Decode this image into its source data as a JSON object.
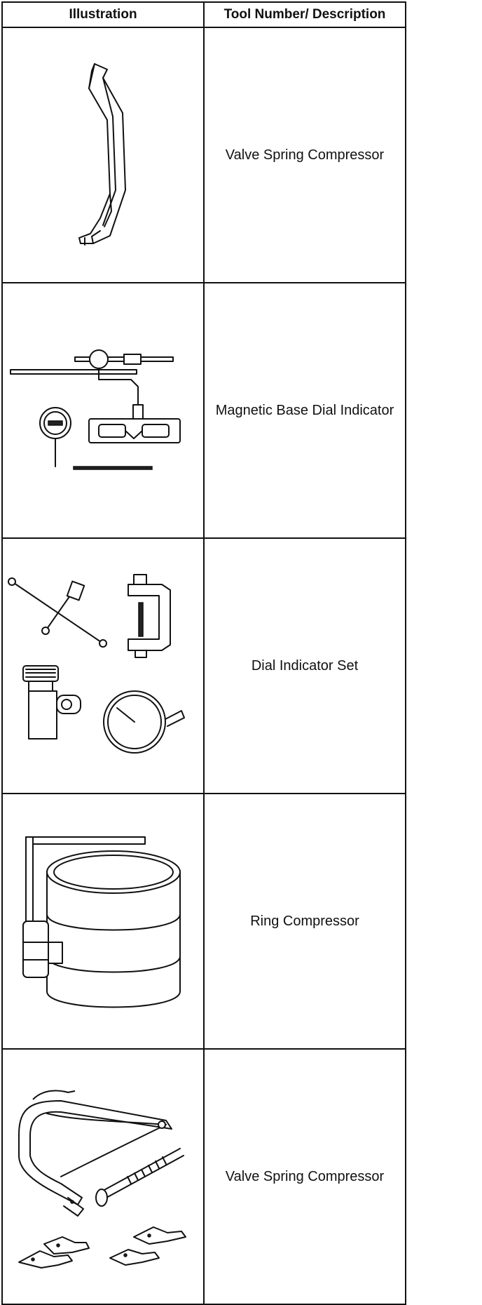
{
  "table": {
    "headers": {
      "illustration": "Illustration",
      "description": "Tool Number/ Description"
    },
    "rows": [
      {
        "description": "Valve Spring Compressor",
        "icon": "valve-spring-compressor-lever-icon"
      },
      {
        "description": "Magnetic Base Dial Indicator",
        "icon": "magnetic-base-dial-indicator-icon"
      },
      {
        "description": "Dial Indicator Set",
        "icon": "dial-indicator-set-icon"
      },
      {
        "description": "Ring Compressor",
        "icon": "ring-compressor-icon"
      },
      {
        "description": "Valve Spring Compressor",
        "icon": "valve-spring-compressor-c-clamp-icon"
      }
    ]
  }
}
